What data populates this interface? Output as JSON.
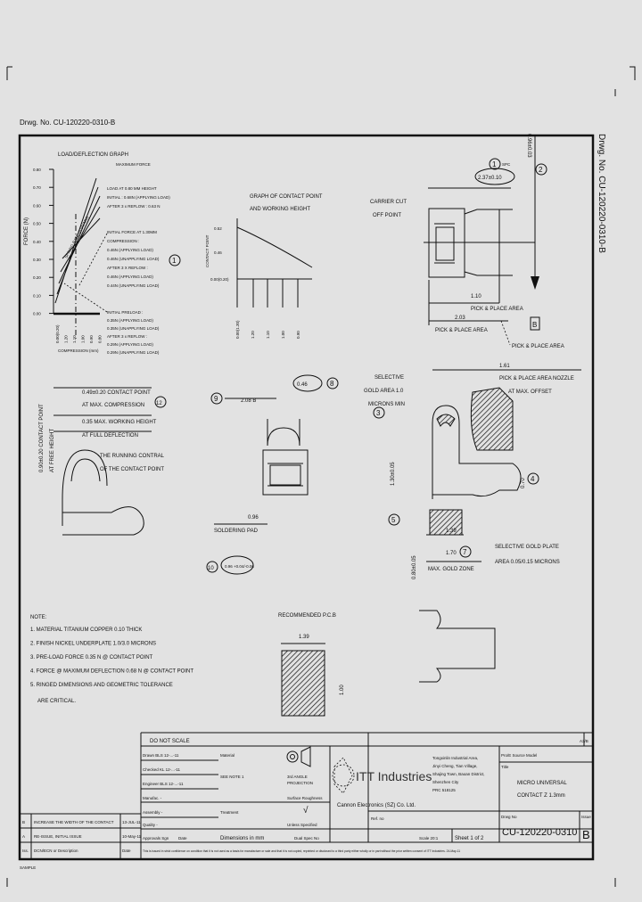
{
  "header": {
    "drawing_number": "Drwg. No. CU-120220-0310-B",
    "side_drawing_number": "Drwg. No. CU-120220-0310-B"
  },
  "load_graph": {
    "title": "LOAD/DEFLECTION GRAPH",
    "ylabel": "FORCE (N)",
    "yticks": [
      "0.80",
      "0.70",
      "0.60",
      "0.50",
      "0.40",
      "0.30",
      "0.20",
      "0.10",
      "0.00"
    ],
    "xlabel": "COMPRESSION (mm)",
    "xticks": [
      "0.00(0.20)",
      "1.20",
      "1.10",
      "1.00",
      "0.90",
      "0.80"
    ],
    "band_label": "SPRING RATE (0.5N/MM)",
    "max_force": [
      "MAXIMUM FORCE",
      "LOAD AT 0.80 MM HEIGHT",
      "INITIAL : 0.68N (APPLYING LOAD)",
      "AFTER 3 x REFLOW : 0.63 N"
    ],
    "initial_force": [
      "INITIAL FORCE AT 1.30MM",
      "COMPRESSION :",
      "0.46N (APPLYING LOAD)",
      "0.46N (UNAPPLYING LOAD)",
      "AFTER 3 X REFLOW :",
      "0.46N (APPLYING LOAD)",
      "0.44N (UNAPPLYING LOAD)"
    ],
    "initial_preload": [
      "INITIAL PRELOAD :",
      "0.35N (APPLYING LOAD)",
      "0.35N (UNAPPLYING LOAD)",
      "AFTER 3 x REFLOW :",
      "0.29N (APPLYING LOAD)",
      "0.29N (UNAPPLYING LOAD)"
    ],
    "callout": "1"
  },
  "contact_graph": {
    "title": [
      "GRAPH OF CONTACT POINT",
      "AND WORKING HEIGHT"
    ],
    "ylabel": "CONTACT POINT",
    "yticks": [
      "0.52",
      "0.46",
      "0.00(0.20)"
    ],
    "xticks": [
      "0.00(1.30)",
      "1.20",
      "1.10",
      "1.00",
      "0.90"
    ]
  },
  "top_view": {
    "dim_width": "2.37±0.10",
    "dim_height": "0.96±0.03",
    "callout_1": "1",
    "callout_2": "2",
    "spc": "SPC",
    "carrier_cut": [
      "CARRIER CUT",
      "OFF POINT"
    ],
    "dim_110": "1.10",
    "dim_203": "2.03",
    "pick_place": "PICK & PLACE AREA",
    "datum": "B"
  },
  "side_view": {
    "contact_point_dim": "0.49±0.20 CONTACT POINT",
    "at_max": "AT MAX. COMPRESSION",
    "callout_12": "12",
    "max_working": "0.35 MAX. WORKING HEIGHT",
    "full_defl": "AT FULL DEFLECTION",
    "free_height": [
      "0.90±0.20 CONTACT POINT",
      "AT FREE HEIGHT"
    ],
    "running": [
      "THE RUNNING CONTRAL",
      "OF THE CONTACT POINT"
    ],
    "selective": [
      "SELECTIVE",
      "GOLD AREA 1.0",
      "MICRONS MIN"
    ],
    "dim_161": "1.61",
    "nozzle": [
      "PICK & PLACE AREA NOZZLE",
      "AT MAX. OFFSET"
    ],
    "callout_3": "3",
    "dim_130": "1.30±0.05",
    "dim_070": "0.70",
    "callout_4": "4",
    "callout_5": "5",
    "dim_080": "0.80±0.05",
    "dim_139": "1.39",
    "dim_170": "1.70",
    "callout_7": "7",
    "max_gold": "MAX. GOLD ZONE",
    "gold_plate": [
      "SELECTIVE GOLD PLATE",
      "AREA 0.05/0.15 MICRONS"
    ]
  },
  "front_view": {
    "callout_9": "9",
    "dim_208": "2.08 B",
    "dim_046": "0.46",
    "callout_8": "8",
    "dim_096": "0.96",
    "soldering": "SOLDERING PAD",
    "callout_10": "10",
    "dim_096b": "0.96 +0.04/-0.06"
  },
  "pcb": {
    "title": "RECOMMENDED P.C.B",
    "dim_139": "1.39",
    "dim_100": "1.00"
  },
  "notes": {
    "title": "NOTE:",
    "items": [
      "1. MATERIAL TITANIUM COPPER 0.10 THICK",
      "2. FINISH NICKEL UNDERPLATE 1.0/3.0 MICRONS",
      "3. PRE-LOAD FORCE 0.35 N @ CONTACT POINT",
      "4. FORCE @ MAXIMUM DEFLECTION 0.68 N @ CONTACT POINT",
      "5. RINGED DIMENSIONS AND GEOMETRIC TOLERANCE",
      "ARE CRITICAL."
    ]
  },
  "revisions": [
    {
      "rev": "B",
      "desc": "INCREASE THE WIDTH OF THE CONTACT",
      "date": "13-JUL-11"
    },
    {
      "rev": "A",
      "desc": "RE-ISSUE, INITIAL ISSUE",
      "date": "10-May-11"
    },
    {
      "rev": "Iss.",
      "desc": "DCN/ECN or Description",
      "date": "Date"
    }
  ],
  "title_block": {
    "do_not_scale": "DO NOT SCALE",
    "size": "A3/B",
    "drawn": "Drawn BLS 12-...-11",
    "checked": "Checked KL 12-...-11",
    "engineer": "Engineer BLS 12-...-11",
    "manufacture": "Manufac. -",
    "assembly": "Assembly -",
    "quality": "Quality -",
    "approvals": "Approvals Sgn",
    "date": "Date",
    "material_label": "Material",
    "material": "SEE NOTE 1",
    "treatment": "Treatment",
    "projection": [
      "3rd ANGLE",
      "PROJECTION"
    ],
    "surface": "Surface Roughness",
    "unless": "Unless Specified",
    "dimensions": "Dimensions in mm",
    "dual_spec": "Dual Spec No",
    "company": "ITT Industries",
    "division": "Cannon Electronics (SZ) Co. Ltd.",
    "address": [
      "Tongxinlin Industrial Area,",
      "Jinyi Cheng, Tian Village,",
      "Shajing Town, Baoan District,",
      "Shenzhen City",
      "PRC 518125"
    ],
    "proe": "Pro/E Source Model",
    "title_label": "Title",
    "title": [
      "MICRO UNIVERSAL",
      "CONTACT Z 1.3mm"
    ],
    "ref": "Ref. no",
    "scale": "Scale 20:1",
    "sheet": "Sheet 1 of 2",
    "drawing_no_label": "Drwg No",
    "drawing_no": "CU-120220-0310",
    "issue_label": "Issue",
    "issue": "B",
    "disclaimer": "This is issued in strict confidence on condition that it is not used as a basis for manufacture or sale and that it is not copied, reprinted or disclosed to a third party either wholly or in part without the prior written consent of ITT Industries. 24-May-11"
  },
  "footer": "SAMPLE"
}
